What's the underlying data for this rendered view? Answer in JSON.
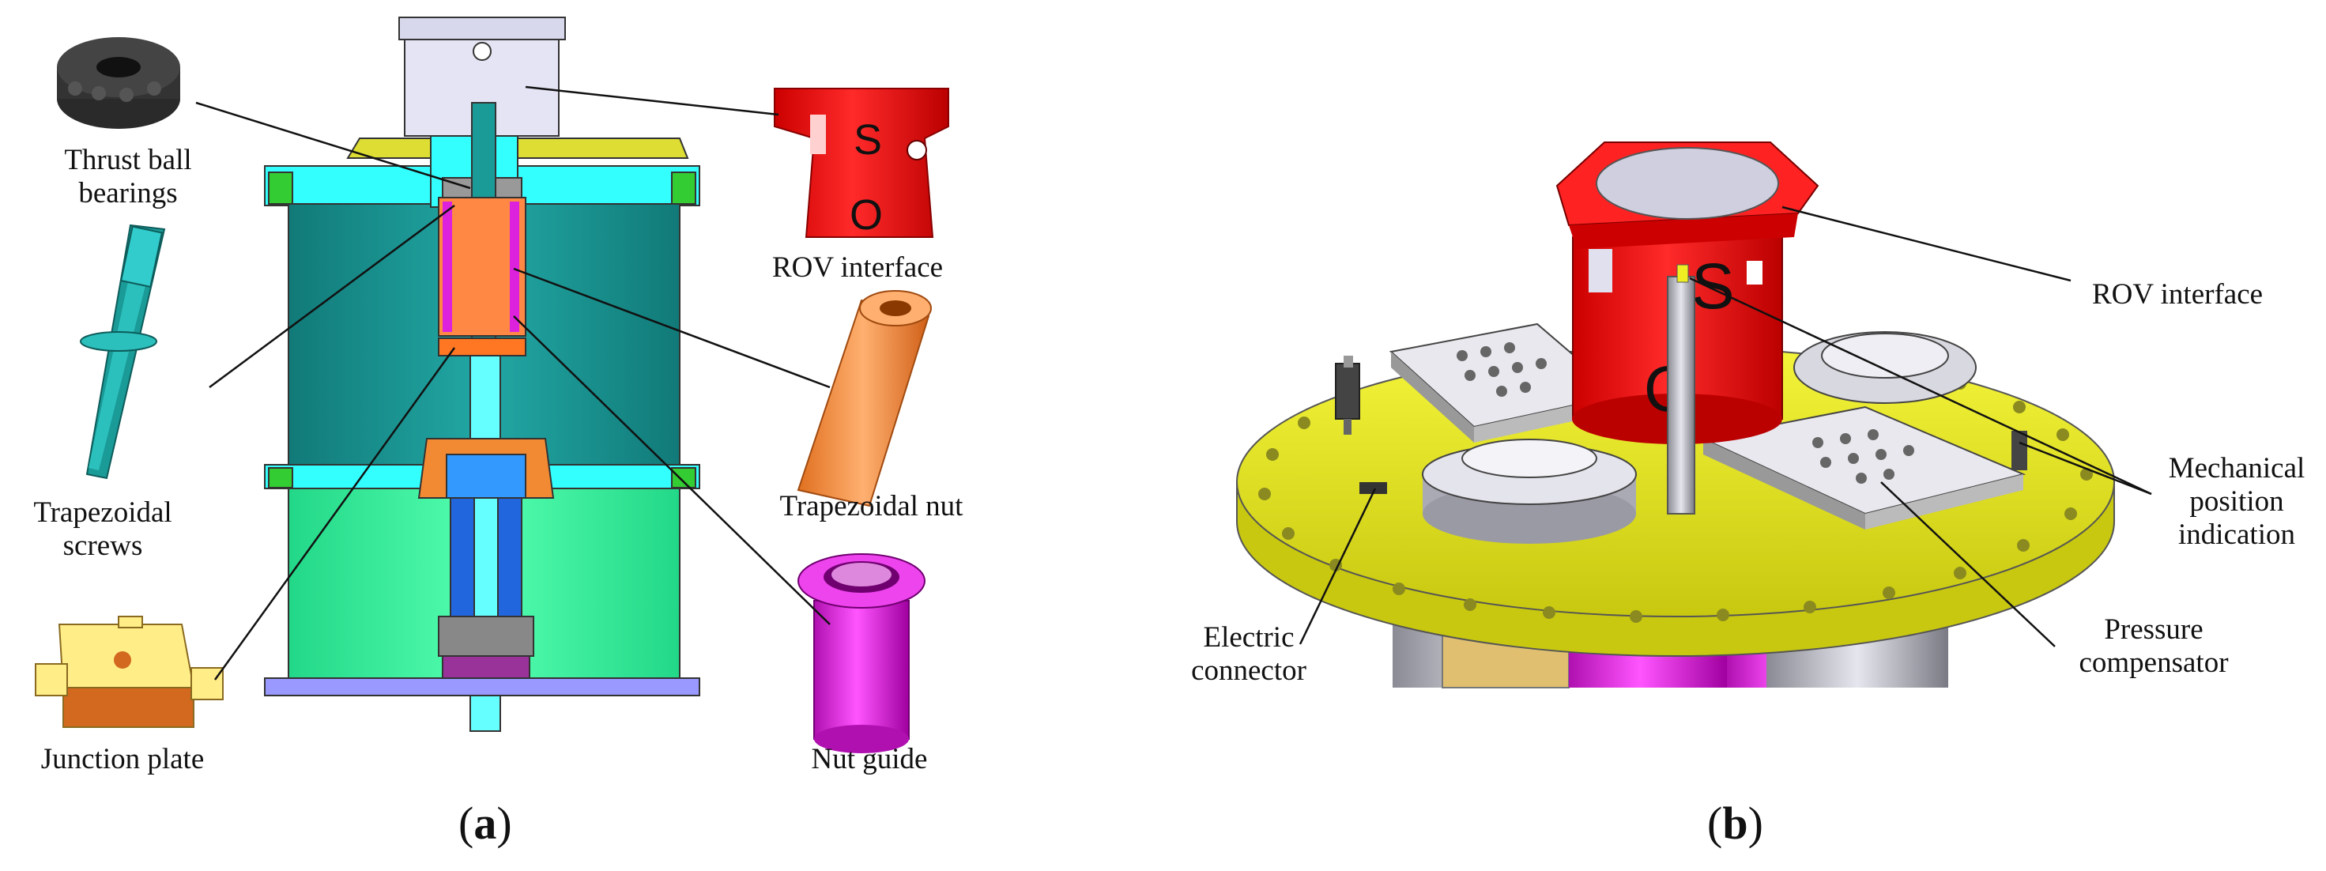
{
  "panel_a": {
    "labels": {
      "thrust_ball_bearings": "Thrust ball\nbearings",
      "trapezoidal_screws": "Trapezoidal\nscrews",
      "junction_plate": "Junction plate",
      "rov_interface": "ROV interface",
      "trapezoidal_nut": "Trapezoidal nut",
      "nut_guide": "Nut guide"
    },
    "rov_marks": {
      "s": "S",
      "o": "O"
    },
    "tag_open": "(",
    "tag_letter": "a",
    "tag_close": ")"
  },
  "panel_b": {
    "labels": {
      "rov_interface": "ROV interface",
      "mechanical_position_indication": "Mechanical\nposition\nindication",
      "electric_connector": "Electric\nconnector",
      "pressure_compensator": "Pressure\ncompensator"
    },
    "rov_marks": {
      "s": "S",
      "o": "O"
    },
    "tag_open": "(",
    "tag_letter": "b",
    "tag_close": ")"
  },
  "colors": {
    "cyan": "#33ffff",
    "teal": "#1a9b98",
    "green": "#33ee99",
    "red": "#ee1111",
    "orange": "#f28a33",
    "magenta": "#dd22dd",
    "yellow": "#eeee22",
    "blue": "#2266dd",
    "gray": "#b8b8c4"
  }
}
